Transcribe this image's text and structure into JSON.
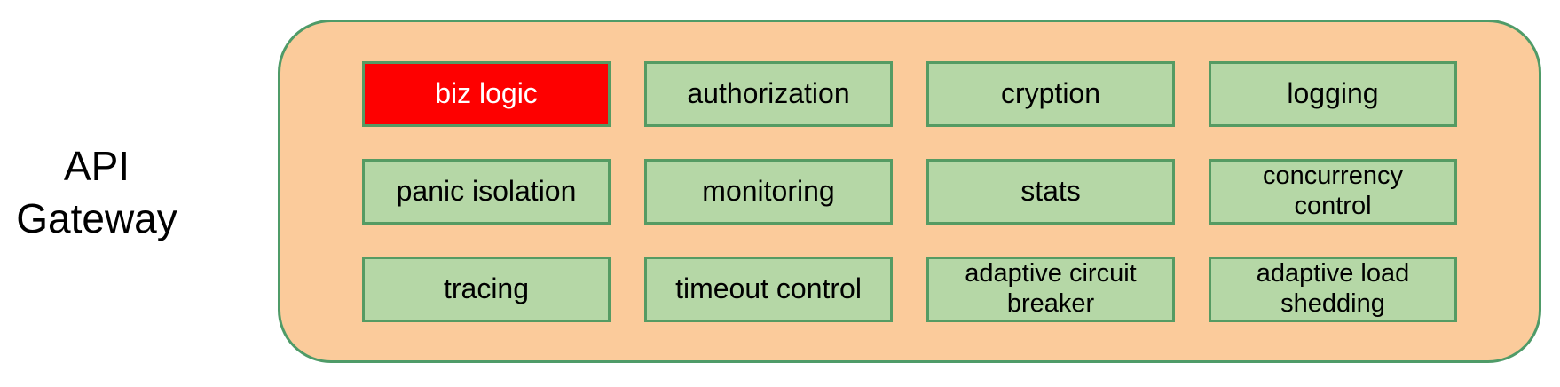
{
  "gateway": {
    "label": "API\nGateway"
  },
  "container": {
    "fill": "#FBCB9B",
    "border_color": "#4F9B68"
  },
  "modules": {
    "box_fill": "#B5D7A6",
    "box_border": "#559B63",
    "highlight_fill": "#FE0000",
    "highlight_text_color": "#FFFFFF",
    "text_color": "#000000",
    "rows": [
      [
        {
          "label": "biz logic",
          "highlight": true
        },
        {
          "label": "authorization"
        },
        {
          "label": "cryption"
        },
        {
          "label": "logging"
        }
      ],
      [
        {
          "label": "panic isolation"
        },
        {
          "label": "monitoring"
        },
        {
          "label": "stats"
        },
        {
          "label": "concurrency\ncontrol"
        }
      ],
      [
        {
          "label": "tracing"
        },
        {
          "label": "timeout control"
        },
        {
          "label": "adaptive circuit\nbreaker"
        },
        {
          "label": "adaptive load\nshedding"
        }
      ]
    ]
  }
}
